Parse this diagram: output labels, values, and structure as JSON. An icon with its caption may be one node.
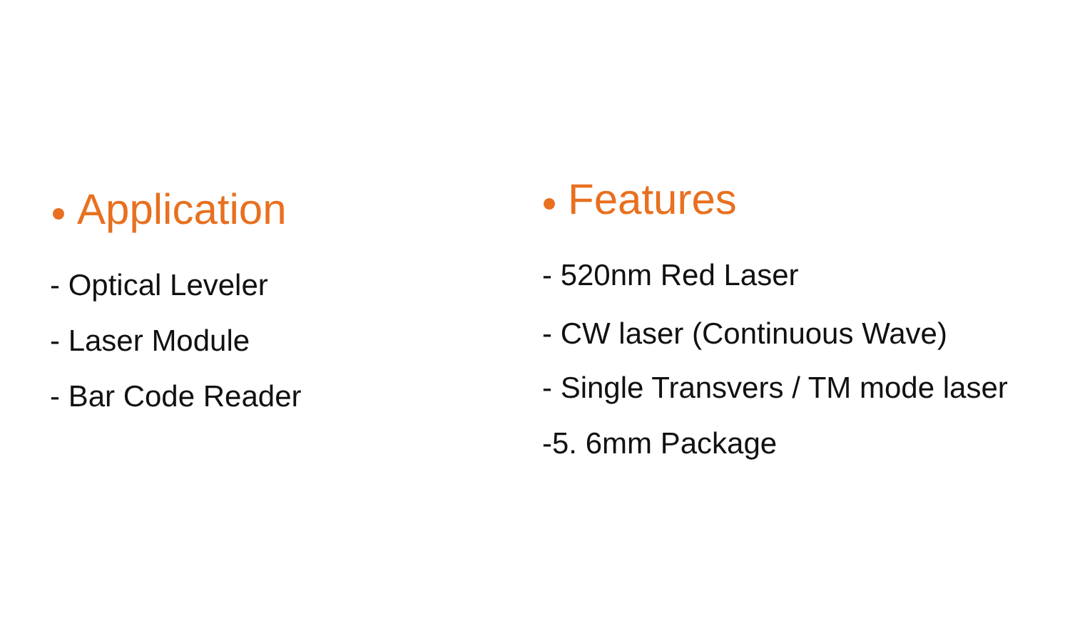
{
  "diagram": {
    "labels": [
      "Application",
      "- Optical Leveler",
      "- Laser Module",
      "- Bar Code Reader",
      "Features",
      "- 520nm Red Laser",
      "- CW laser (Continuous Wave)",
      "- Single Transvers / TM mode laser",
      "-5. 6mm Package"
    ]
  }
}
